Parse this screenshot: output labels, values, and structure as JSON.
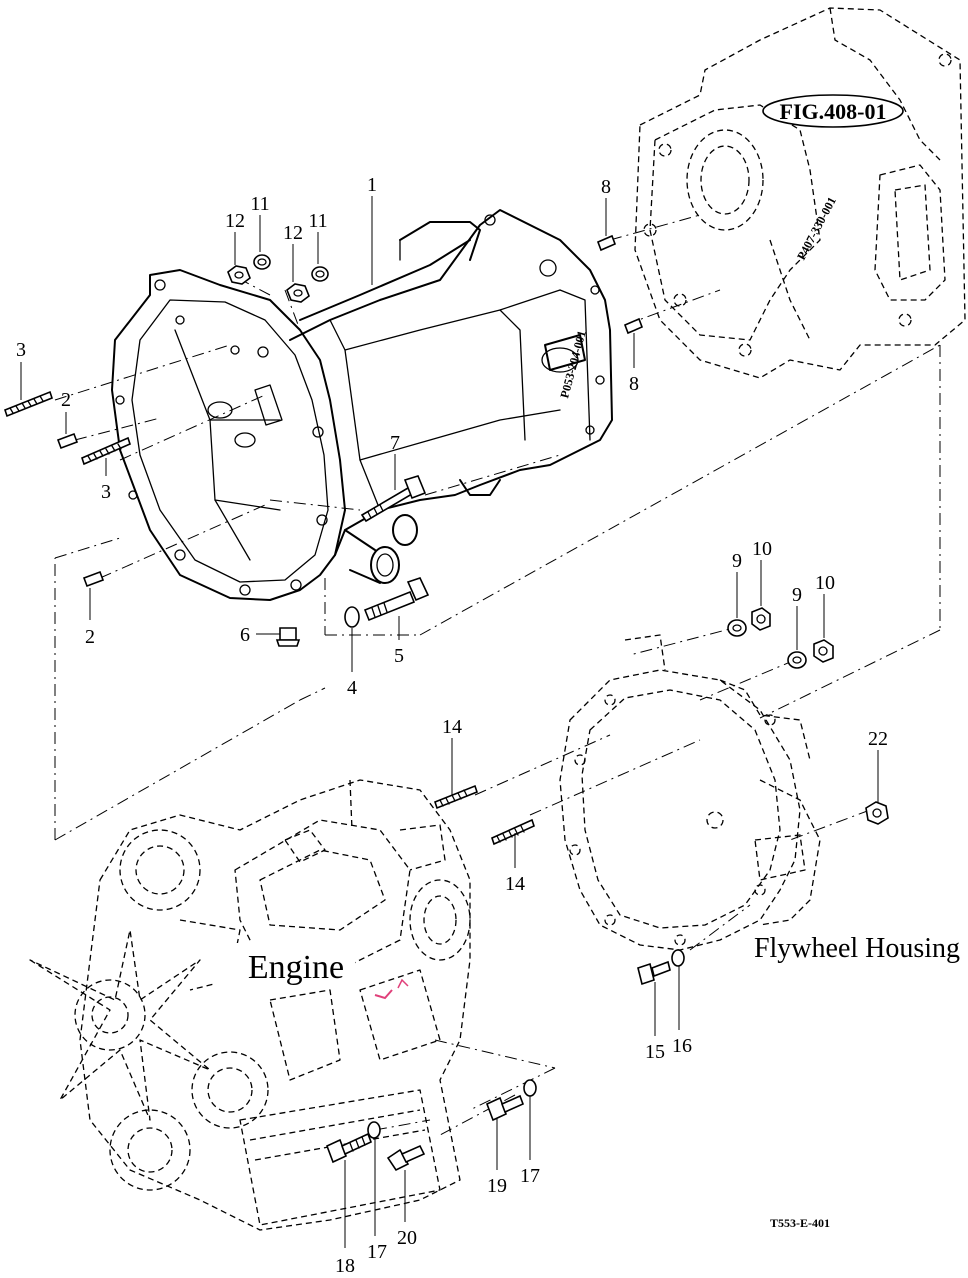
{
  "figure_ref": "FIG.408-01",
  "drawing_code": "T553-E-401",
  "labels": {
    "engine": "Engine",
    "flywheel_housing": "Flywheel Housing"
  },
  "callouts": [
    {
      "id": "c1",
      "text": "1"
    },
    {
      "id": "c2a",
      "text": "2"
    },
    {
      "id": "c2b",
      "text": "2"
    },
    {
      "id": "c3a",
      "text": "3"
    },
    {
      "id": "c3b",
      "text": "3"
    },
    {
      "id": "c4",
      "text": "4"
    },
    {
      "id": "c5",
      "text": "5"
    },
    {
      "id": "c6",
      "text": "6"
    },
    {
      "id": "c7",
      "text": "7"
    },
    {
      "id": "c8a",
      "text": "8"
    },
    {
      "id": "c8b",
      "text": "8"
    },
    {
      "id": "c9a",
      "text": "9"
    },
    {
      "id": "c9b",
      "text": "9"
    },
    {
      "id": "c10a",
      "text": "10"
    },
    {
      "id": "c10b",
      "text": "10"
    },
    {
      "id": "c11a",
      "text": "11"
    },
    {
      "id": "c11b",
      "text": "11"
    },
    {
      "id": "c12a",
      "text": "12"
    },
    {
      "id": "c12b",
      "text": "12"
    },
    {
      "id": "c14a",
      "text": "14"
    },
    {
      "id": "c14b",
      "text": "14"
    },
    {
      "id": "c15",
      "text": "15"
    },
    {
      "id": "c16",
      "text": "16"
    },
    {
      "id": "c17a",
      "text": "17"
    },
    {
      "id": "c17b",
      "text": "17"
    },
    {
      "id": "c18",
      "text": "18"
    },
    {
      "id": "c19",
      "text": "19"
    },
    {
      "id": "c20",
      "text": "20"
    },
    {
      "id": "c22",
      "text": "22"
    }
  ]
}
